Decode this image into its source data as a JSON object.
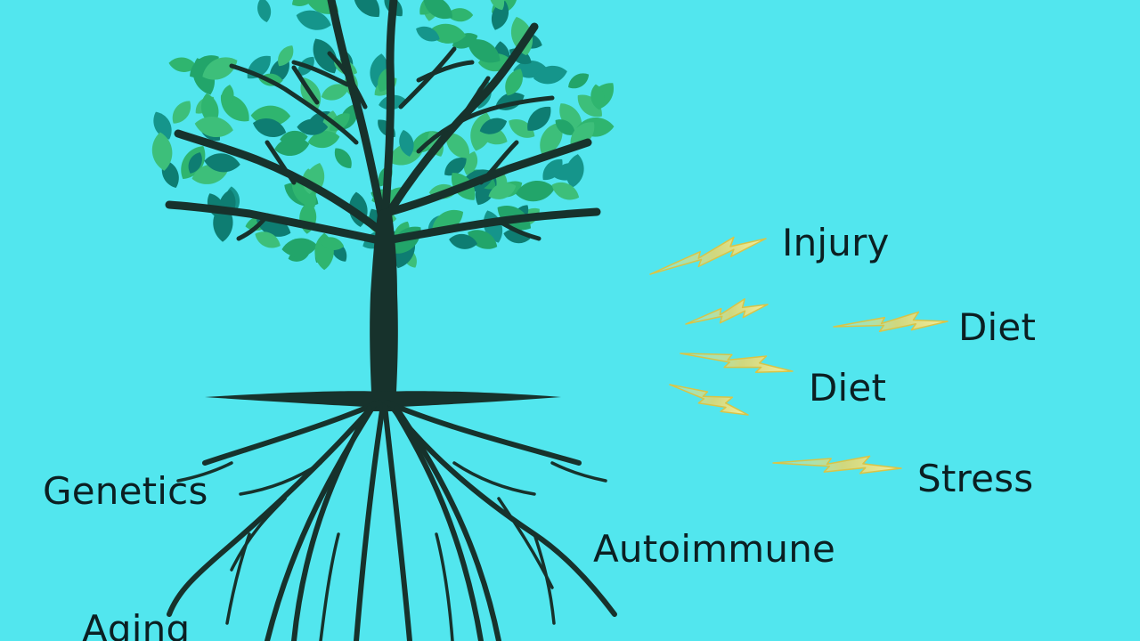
{
  "colors": {
    "background": "#52e6ee",
    "tree": "#17322c",
    "leaf_light": "#3dbf7a",
    "leaf_mid": "#22a56a",
    "leaf_dark": "#0e7d72",
    "arrow_gold": "#d9c447",
    "arrow_light": "#f3eb9f",
    "text": "#0b1f22"
  },
  "labels": {
    "root_factors": [
      "Genetics",
      "Autoimmune",
      "Aging"
    ],
    "external_factors": [
      "Injury",
      "Diet",
      "Diet",
      "Stress"
    ]
  },
  "icons": {
    "tree": "tree-with-roots-icon",
    "arrow": "lightning-arrow-icon"
  }
}
